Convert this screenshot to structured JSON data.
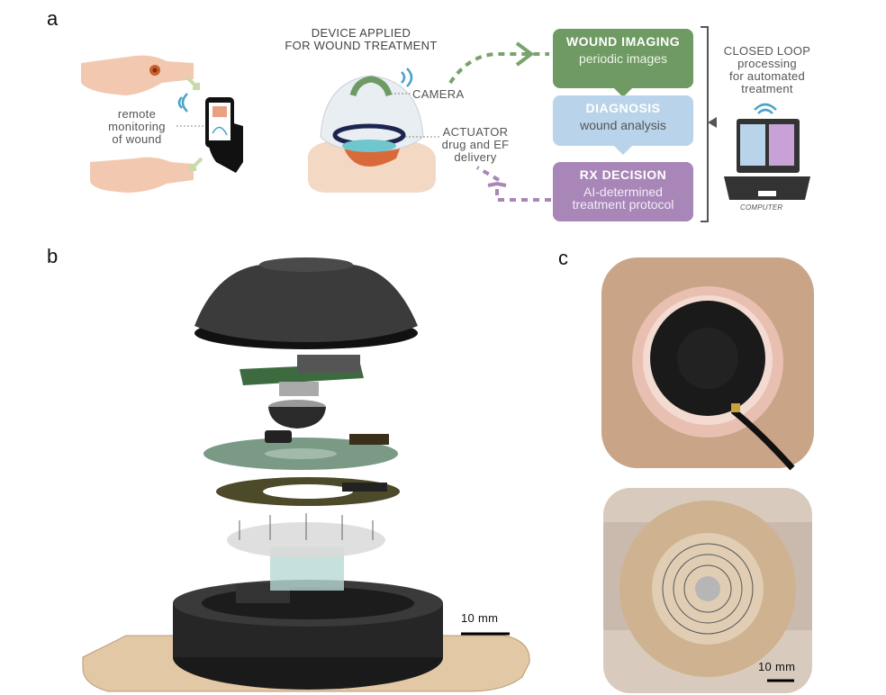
{
  "panels": {
    "a": "a",
    "b": "b",
    "c": "c"
  },
  "device_title": [
    "DEVICE APPLIED",
    "FOR WOUND TREATMENT"
  ],
  "camera_label": "CAMERA",
  "actuator_label": [
    "ACTUATOR",
    "drug and EF",
    "delivery"
  ],
  "remote_label": [
    "remote",
    "monitoring",
    "of wound"
  ],
  "boxes": {
    "imaging": {
      "title": "WOUND IMAGING",
      "sub": "periodic images"
    },
    "diagnosis": {
      "title": "DIAGNOSIS",
      "sub": "wound analysis"
    },
    "rx": {
      "title": "RX DECISION",
      "sub": [
        "AI-determined",
        "treatment protocol"
      ]
    }
  },
  "closed_loop": [
    "CLOSED LOOP",
    "processing",
    "for automated",
    "treatment"
  ],
  "computer_label": "COMPUTER",
  "scale_b": "10 mm",
  "scale_c": "10 mm",
  "colors": {
    "imaging": "#6f9a63",
    "diagnosis": "#b9d4ea",
    "rx": "#a886b8",
    "skin": "#f2c9b0",
    "wifi": "#4aa3c7"
  }
}
